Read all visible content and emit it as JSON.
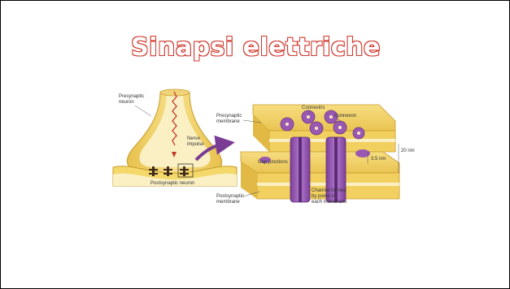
{
  "title": "Sinapsi elettriche",
  "labels": {
    "presynaptic_neuron_1": "Presynaptic",
    "presynaptic_neuron_2": "neuron",
    "nerve_impulse_1": "Nerve",
    "nerve_impulse_2": "impulse",
    "postsynaptic_neuron": "Postsynaptic neuron",
    "presynaptic_membrane_1": "Presynaptic",
    "presynaptic_membrane_2": "membrane",
    "connexins": "Connexins",
    "connexon": "Connexon",
    "gap_junctions": "Gap junctions",
    "width_3_5": "3.5 nm",
    "width_20": "20 nm",
    "postsynaptic_membrane_1": "Postsynaptic",
    "postsynaptic_membrane_2": "membrane",
    "channel_1": "Channel formed",
    "channel_2": "by pores in",
    "channel_3": "each membrane"
  },
  "colors": {
    "membrane": "#f4d86a",
    "membrane_dark": "#d9b23c",
    "cytoplasm": "#fbf0c4",
    "protein": "#9a58b2",
    "arrow": "#7a3b95",
    "impulse": "#c0392b",
    "title_red": "#d03a30"
  }
}
